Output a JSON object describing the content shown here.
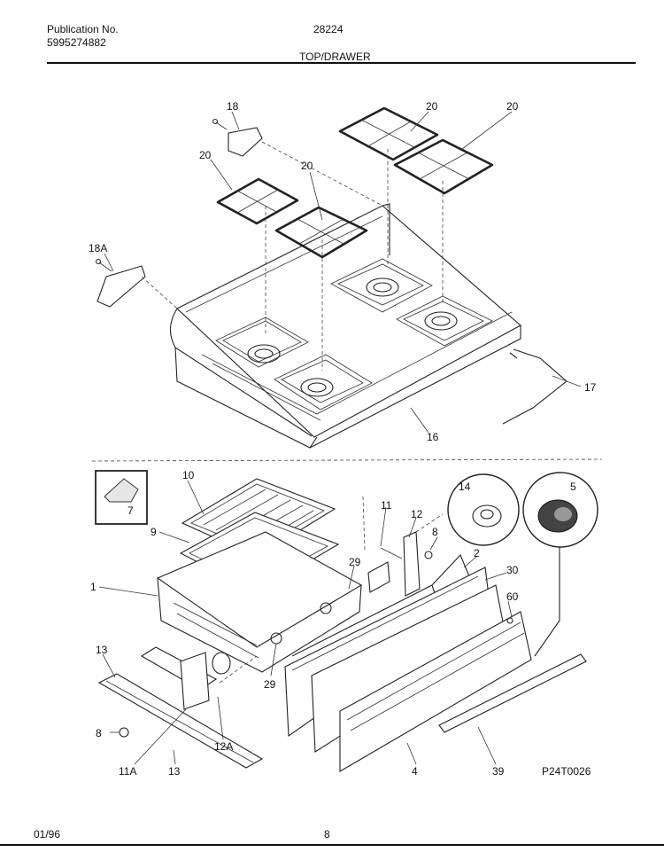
{
  "header": {
    "publication_label": "Publication No.",
    "publication_number": "5995274882",
    "model": "28224",
    "section_title": "TOP/DRAWER"
  },
  "footer": {
    "date": "01/96",
    "page": "8"
  },
  "diagram": {
    "figure_code": "P24T0026",
    "callouts": {
      "c18": "18",
      "c18a": "18A",
      "c20a": "20",
      "c20b": "20",
      "c20c": "20",
      "c20d": "20",
      "c17": "17",
      "c16": "16",
      "c10": "10",
      "c9": "9",
      "c1": "1",
      "c7": "7",
      "c11": "11",
      "c12": "12",
      "c8a": "8",
      "c14": "14",
      "c5": "5",
      "c2": "2",
      "c30": "30",
      "c60": "60",
      "c29a": "29",
      "c29b": "29",
      "c13a": "13",
      "c13b": "13",
      "c12a": "12A",
      "c8b": "8",
      "c11a": "11A",
      "c4": "4",
      "c39": "39"
    }
  }
}
